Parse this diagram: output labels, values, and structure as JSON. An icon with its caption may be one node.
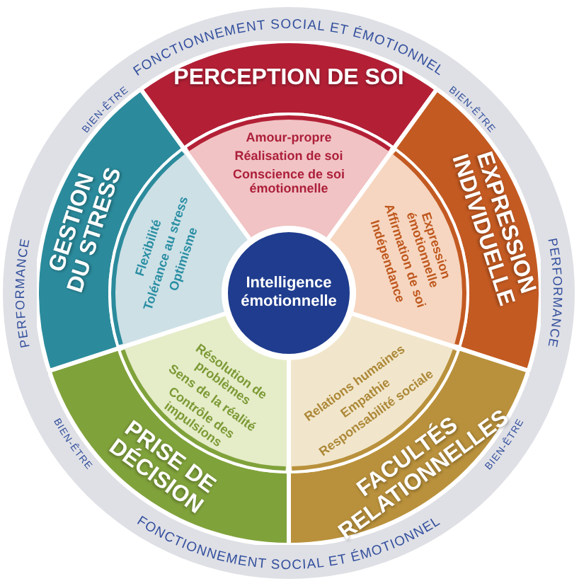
{
  "diagram": {
    "nodes": [
      {
        "text": [
          "Intelligence émotionnelle"
        ]
      },
      {
        "text": [
          "PERCEPTION DE SOI",
          "Amour-propre",
          "Réalisation de soi",
          "Conscience de soi émotionnelle"
        ]
      },
      {
        "text": [
          "EXPRESSION INDIVIDUELLE",
          "Expression émotionnelle",
          "Affirmation de soi",
          "Indépendance"
        ]
      },
      {
        "text": [
          "FACULTÉS RELATIONNELLES",
          "Relations humaines",
          "Empathie",
          "Responsabilité sociale"
        ]
      },
      {
        "text": [
          "PRISE DE DÉCISION",
          "Résolution de problèmes",
          "Sens de la réalité",
          "Contrôle des impulsions"
        ]
      },
      {
        "text": [
          "GESTION DU STRESS",
          "Flexibilité",
          "Tolérance au stress",
          "Optimisme"
        ]
      }
    ],
    "labels": [
      "FONCTIONNEMENT SOCIAL ET ÉMOTIONNEL",
      "BIEN-ÊTRE",
      "BIEN-ÊTRE",
      "PERFORMANCE",
      "PERFORMANCE",
      "BIEN-ÊTRE",
      "BIEN-ÊTRE",
      "FONCTIONNEMENT SOCIAL ET ÉMOTIONNEL"
    ]
  }
}
